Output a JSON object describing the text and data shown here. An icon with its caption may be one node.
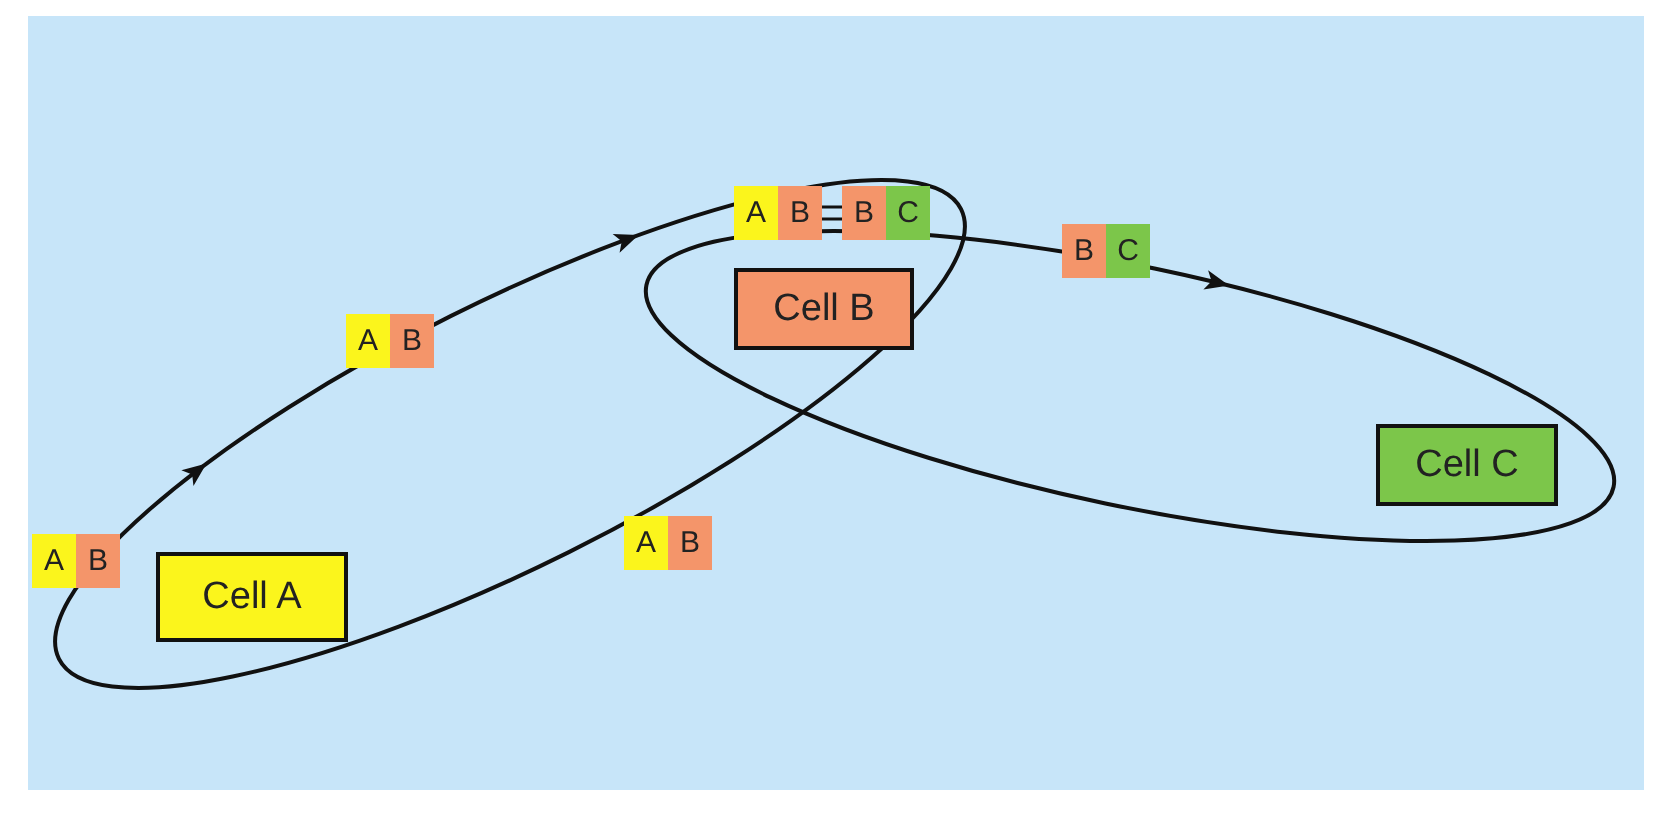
{
  "diagram": {
    "nodes": [
      {
        "text": [
          "Cell A"
        ]
      },
      {
        "text": [
          "Cell B"
        ]
      },
      {
        "text": [
          "Cell C"
        ]
      },
      {
        "text": [
          "A",
          "B"
        ]
      },
      {
        "text": [
          "A",
          "B"
        ]
      },
      {
        "text": [
          "A",
          "B"
        ]
      },
      {
        "text": [
          "B",
          "C"
        ]
      },
      {
        "text": [
          "B",
          "C"
        ]
      },
      {
        "text": [
          "A",
          "B"
        ]
      }
    ],
    "edges": [
      {
        "from": 5,
        "to": 6,
        "arrow": "none"
      }
    ]
  }
}
